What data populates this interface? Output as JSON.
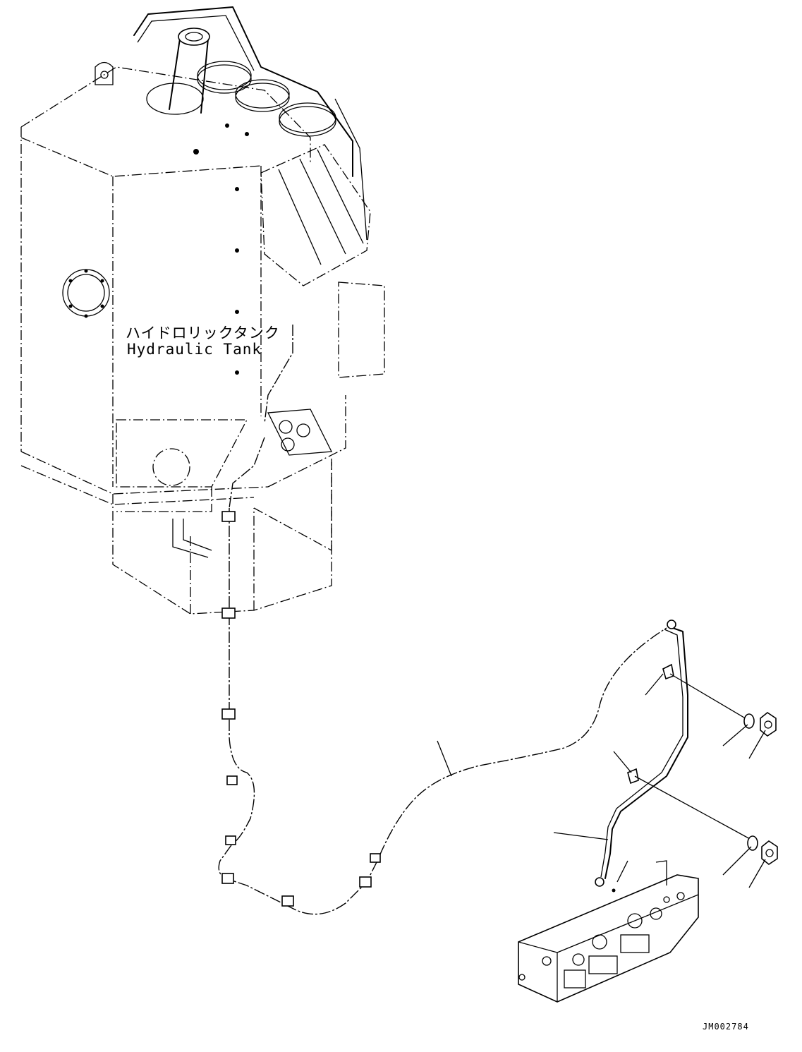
{
  "labels": {
    "tank_jp": "ハイドロリックタンク",
    "tank_en": "Hydraulic Tank",
    "drawing_code": "JM002784"
  }
}
